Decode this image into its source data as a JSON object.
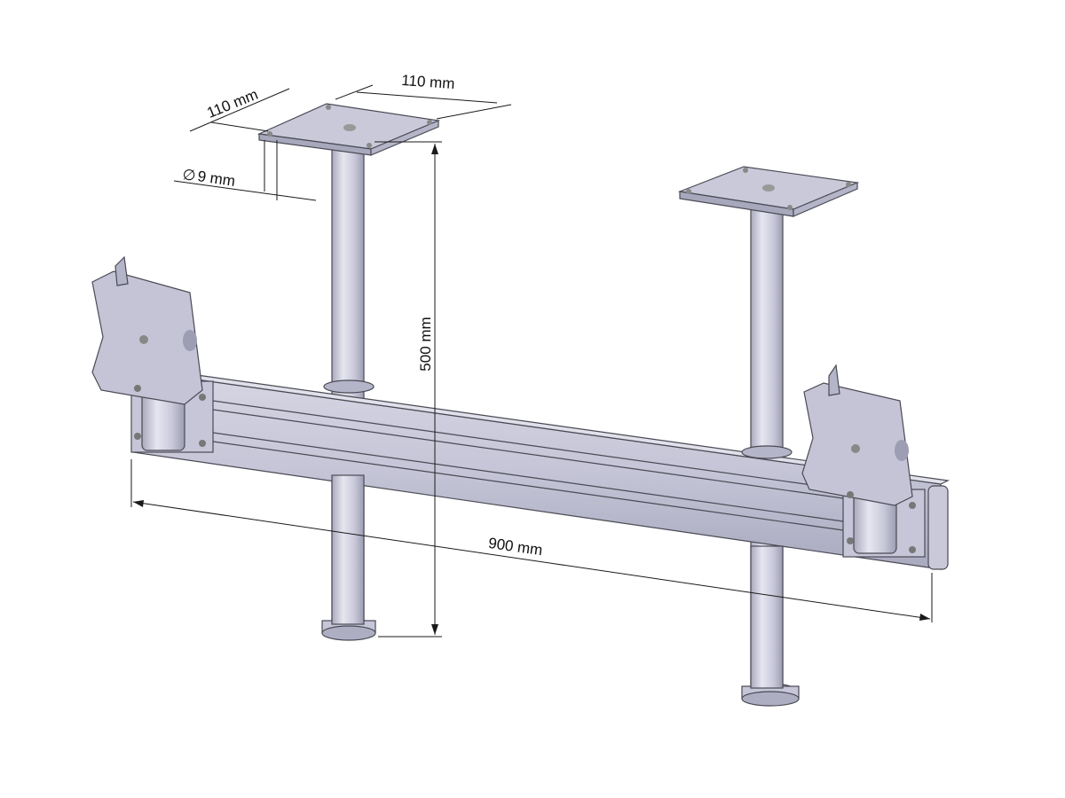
{
  "dimensions": {
    "plate_width": "110 mm",
    "plate_depth": "110 mm",
    "hole_diameter_symbol": "∅",
    "hole_diameter": "9 mm",
    "height": "500 mm",
    "length": "900 mm"
  },
  "colors": {
    "metal_light": "#dcdcea",
    "metal_mid": "#c4c4d6",
    "metal_dark": "#a3a3b8",
    "outline": "#4a4a55",
    "dimension_line": "#1a1a1a",
    "background": "#ffffff"
  }
}
